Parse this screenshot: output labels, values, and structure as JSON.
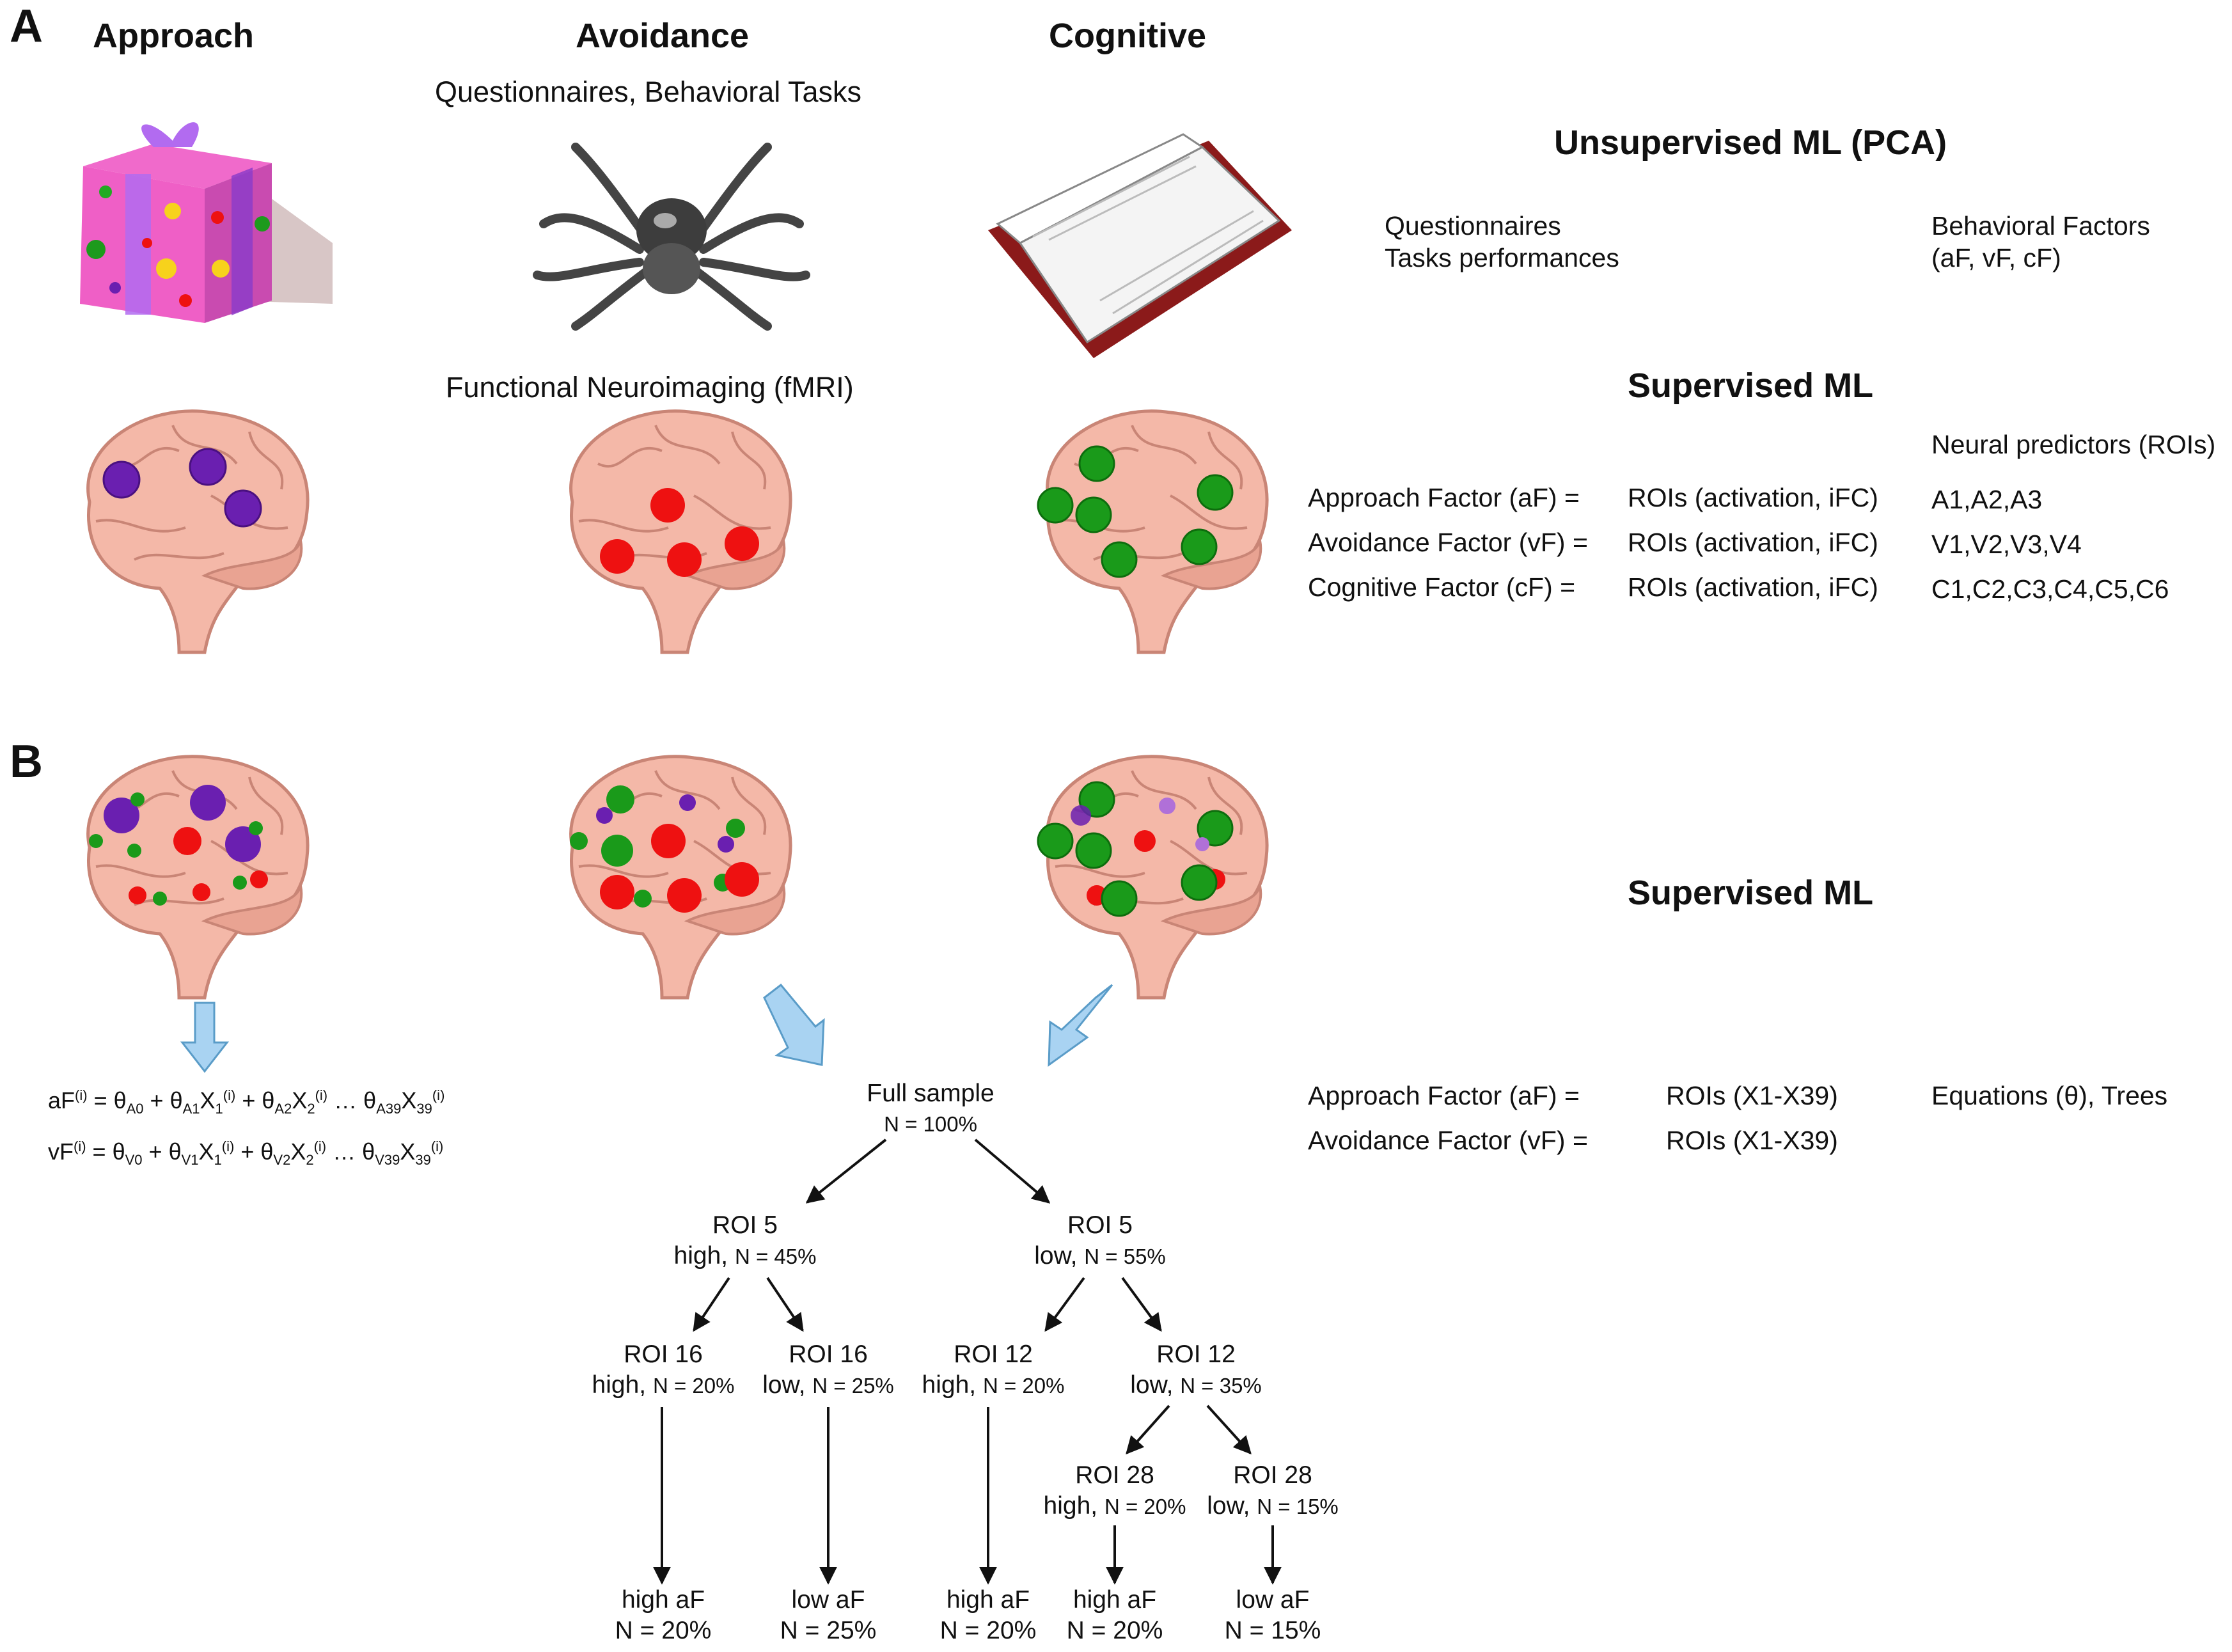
{
  "panel_a": {
    "label": "A",
    "col_approach": "Approach",
    "col_avoidance": "Avoidance",
    "col_cognitive": "Cognitive",
    "subtitle_behavior": "Questionnaires, Behavioral Tasks",
    "subtitle_fmri": "Functional Neuroimaging (fMRI)",
    "unsup_title": "Unsupervised ML (PCA)",
    "unsup_left_1": "Questionnaires",
    "unsup_left_2": "Tasks performances",
    "unsup_right_1": "Behavioral Factors",
    "unsup_right_2": "(aF, vF, cF)",
    "sup_title": "Supervised ML",
    "neural_header": "Neural predictors (ROIs)",
    "rows": [
      {
        "factor": "Approach Factor (aF) =",
        "rois": "ROIs (activation, iFC)",
        "pred": "A1,A2,A3"
      },
      {
        "factor": "Avoidance Factor (vF) =",
        "rois": "ROIs (activation, iFC)",
        "pred": "V1,V2,V3,V4"
      },
      {
        "factor": "Cognitive Factor (cF) =",
        "rois": "ROIs (activation, iFC)",
        "pred": "C1,C2,C3,C4,C5,C6"
      }
    ],
    "icons": [
      "gift-icon",
      "spider-icon",
      "book-icon"
    ]
  },
  "panel_b": {
    "label": "B",
    "sup_title": "Supervised ML",
    "eq_af": {
      "lhs": "aF",
      "th0": "θ",
      "s0": "A0",
      "th1": "θ",
      "s1": "A1",
      "x1": "X",
      "x1s": "1",
      "th2": "θ",
      "s2": "A2",
      "x2": "X",
      "x2s": "2",
      "dots": "…",
      "th39": "θ",
      "s39": "A39",
      "x39": "X",
      "x39s": "39",
      "sup": "(i)"
    },
    "eq_vf": {
      "lhs": "vF",
      "th0": "θ",
      "s0": "V0",
      "th1": "θ",
      "s1": "V1",
      "x1": "X",
      "x1s": "1",
      "th2": "θ",
      "s2": "V2",
      "x2": "X",
      "x2s": "2",
      "dots": "…",
      "th39": "θ",
      "s39": "V39",
      "x39": "X",
      "x39s": "39",
      "sup": "(i)"
    },
    "rows": [
      {
        "factor": "Approach Factor (aF) =",
        "rois": "ROIs (X1-X39)",
        "method": "Equations (θ), Trees"
      },
      {
        "factor": "Avoidance Factor (vF) =",
        "rois": "ROIs (X1-X39)",
        "method": ""
      }
    ],
    "tree": {
      "root": {
        "l1": "Full sample",
        "l2": "N = 100%"
      },
      "r5h": {
        "l1": "ROI 5",
        "l2a": "high,",
        "l2b": "N = 45%"
      },
      "r5l": {
        "l1": "ROI 5",
        "l2a": "low,",
        "l2b": "N = 55%"
      },
      "r16h": {
        "l1": "ROI 16",
        "l2a": "high,",
        "l2b": "N = 20%"
      },
      "r16l": {
        "l1": "ROI 16",
        "l2a": "low,",
        "l2b": "N = 25%"
      },
      "r12h": {
        "l1": "ROI 12",
        "l2a": "high,",
        "l2b": "N = 20%"
      },
      "r12l": {
        "l1": "ROI 12",
        "l2a": "low,",
        "l2b": "N = 35%"
      },
      "r28h": {
        "l1": "ROI 28",
        "l2a": "high,",
        "l2b": "N = 20%"
      },
      "r28l": {
        "l1": "ROI 28",
        "l2a": "low,",
        "l2b": "N = 15%"
      },
      "leaves": [
        {
          "l1": "high aF",
          "l2": "N = 20%"
        },
        {
          "l1": "low aF",
          "l2": "N = 25%"
        },
        {
          "l1": "high aF",
          "l2": "N = 20%"
        },
        {
          "l1": "high aF",
          "l2": "N = 20%"
        },
        {
          "l1": "low aF",
          "l2": "N = 15%"
        }
      ]
    }
  },
  "colors": {
    "approach": "#6a1fb0",
    "avoidance": "#ee1111",
    "cognitive": "#1a9a1a",
    "brain": "#f4b8a8",
    "arrow": "#a9d3f2"
  }
}
